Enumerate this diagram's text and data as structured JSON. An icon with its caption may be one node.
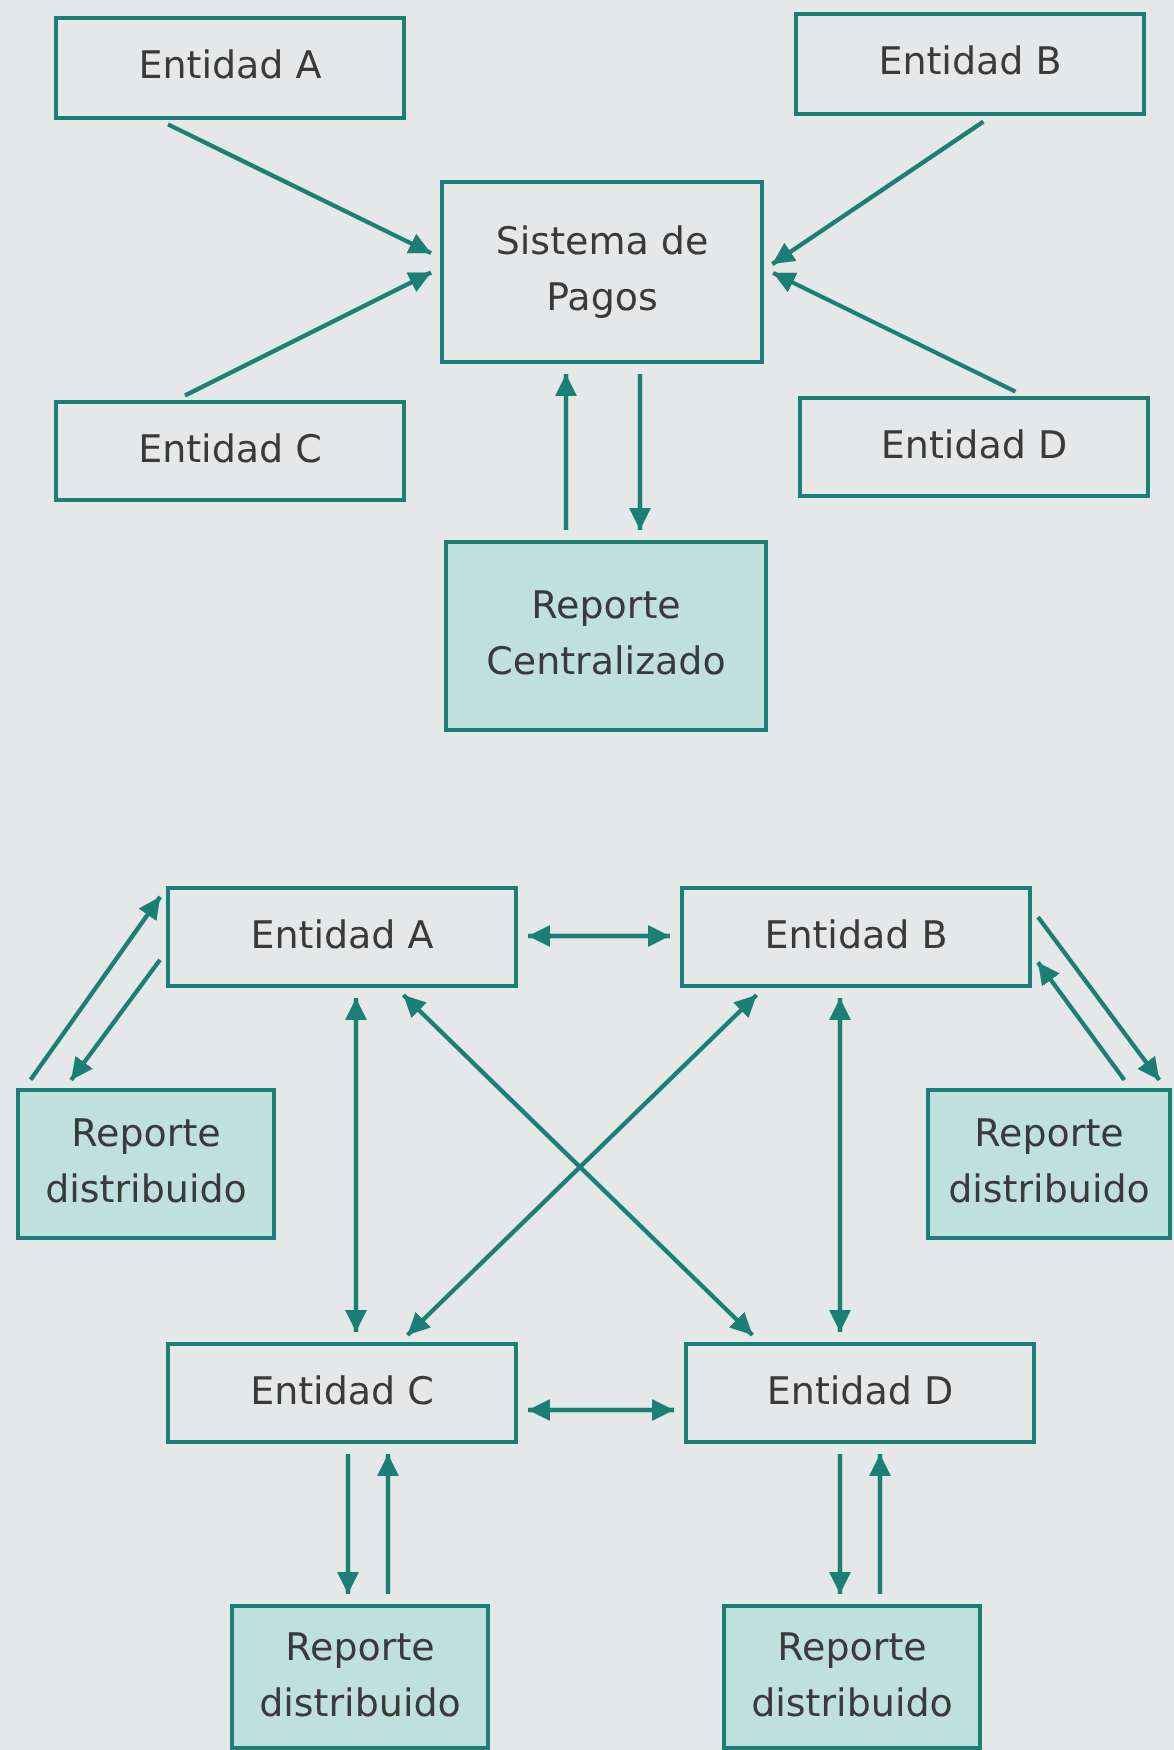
{
  "diagram": {
    "nodes": [
      {
        "text": [
          "Entidad A"
        ]
      },
      {
        "text": [
          "Entidad B"
        ]
      },
      {
        "text": [
          "Sistema de Pagos"
        ]
      },
      {
        "text": [
          "Entidad C"
        ]
      },
      {
        "text": [
          "Entidad D"
        ]
      },
      {
        "text": [
          "Reporte Centralizado"
        ]
      },
      {
        "text": [
          "Entidad A"
        ]
      },
      {
        "text": [
          "Entidad B"
        ]
      },
      {
        "text": [
          "Reporte distribuido"
        ]
      },
      {
        "text": [
          "Reporte distribuido"
        ]
      },
      {
        "text": [
          "Entidad C"
        ]
      },
      {
        "text": [
          "Entidad D"
        ]
      },
      {
        "text": [
          "Reporte distribuido"
        ]
      },
      {
        "text": [
          "Reporte distribuido"
        ]
      }
    ],
    "edges": [
      {
        "from": 0,
        "to": 2,
        "arrow": "to"
      },
      {
        "from": 1,
        "to": 2,
        "arrow": "to"
      },
      {
        "from": 3,
        "to": 2,
        "arrow": "to"
      },
      {
        "from": 4,
        "to": 2,
        "arrow": "to"
      },
      {
        "from": 5,
        "to": 2,
        "arrow": "to"
      },
      {
        "from": 2,
        "to": 5,
        "arrow": "to"
      },
      {
        "from": 6,
        "to": 7,
        "arrow": "both"
      },
      {
        "from": 6,
        "to": 10,
        "arrow": "both"
      },
      {
        "from": 7,
        "to": 11,
        "arrow": "both"
      },
      {
        "from": 10,
        "to": 11,
        "arrow": "both"
      },
      {
        "from": 6,
        "to": 11,
        "arrow": "both"
      },
      {
        "from": 7,
        "to": 10,
        "arrow": "both"
      },
      {
        "from": 8,
        "to": 6,
        "arrow": "to"
      },
      {
        "from": 6,
        "to": 8,
        "arrow": "to"
      },
      {
        "from": 7,
        "to": 9,
        "arrow": "to"
      },
      {
        "from": 9,
        "to": 7,
        "arrow": "to"
      },
      {
        "from": 10,
        "to": 12,
        "arrow": "to"
      },
      {
        "from": 12,
        "to": 10,
        "arrow": "to"
      },
      {
        "from": 11,
        "to": 13,
        "arrow": "to"
      },
      {
        "from": 13,
        "to": 11,
        "arrow": "to"
      }
    ]
  }
}
